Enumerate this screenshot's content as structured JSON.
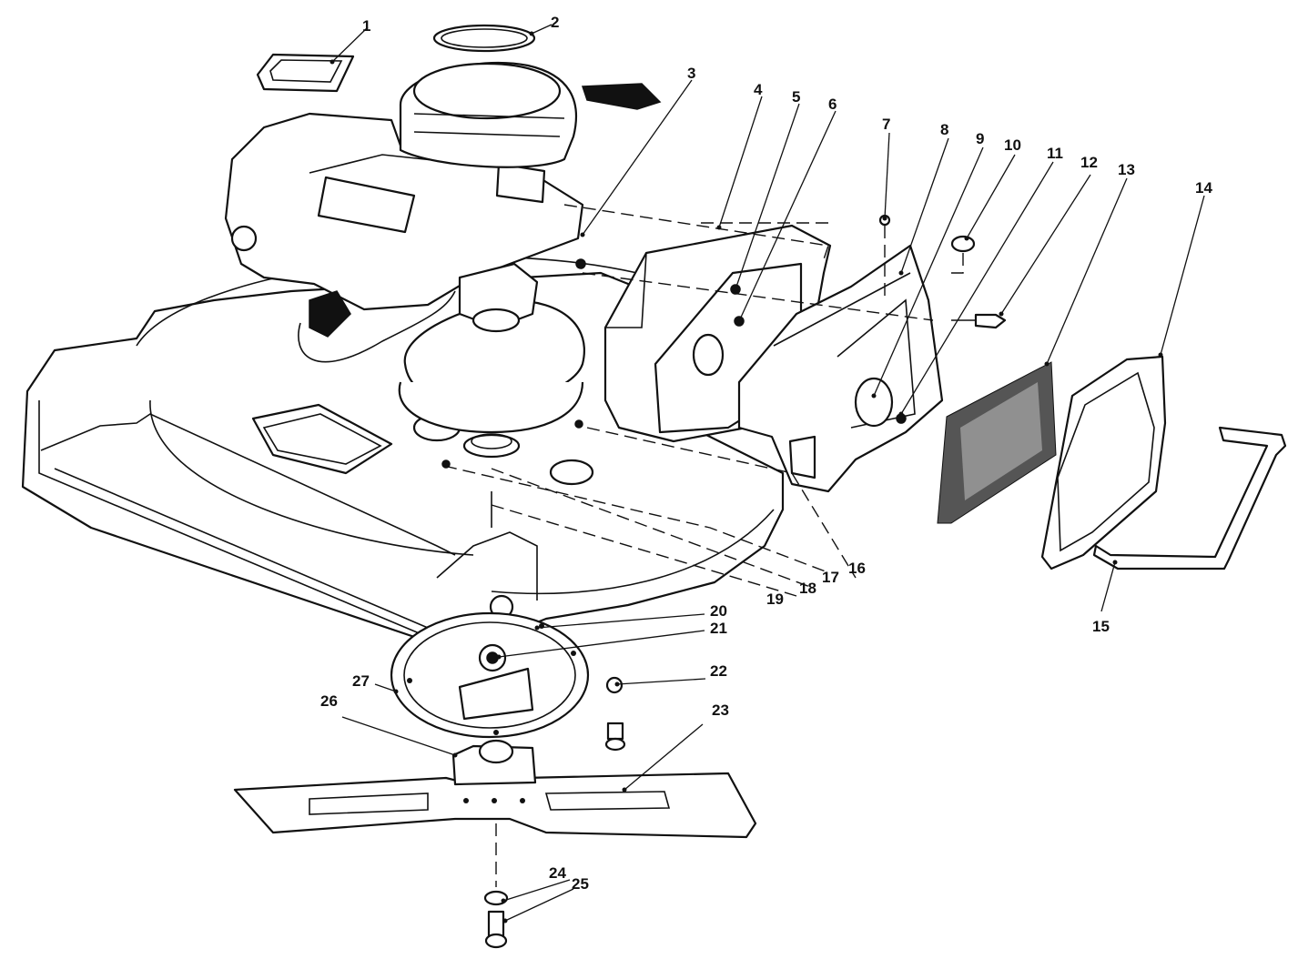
{
  "diagram": {
    "colors": {
      "line": "#111111",
      "background": "#ffffff",
      "filter_foam": "#555555"
    },
    "callouts": [
      {
        "number": "1",
        "part": "engine-label"
      },
      {
        "number": "2",
        "part": "gasket-ring"
      },
      {
        "number": "3",
        "part": "carburetor-assembly"
      },
      {
        "number": "4",
        "part": "air-cleaner-body"
      },
      {
        "number": "5",
        "part": "air-cleaner-gasket"
      },
      {
        "number": "6",
        "part": "screw"
      },
      {
        "number": "7",
        "part": "screw"
      },
      {
        "number": "8",
        "part": "bracket"
      },
      {
        "number": "9",
        "part": "deflector-housing"
      },
      {
        "number": "10",
        "part": "nut"
      },
      {
        "number": "11",
        "part": "screw"
      },
      {
        "number": "12",
        "part": "bolt"
      },
      {
        "number": "13",
        "part": "foam-filter"
      },
      {
        "number": "14",
        "part": "air-cleaner-cover"
      },
      {
        "number": "15",
        "part": "handle-bail"
      },
      {
        "number": "16",
        "part": "engine-mount-hardware"
      },
      {
        "number": "17",
        "part": "engine-mount-hardware"
      },
      {
        "number": "18",
        "part": "engine-mount-hardware"
      },
      {
        "number": "19",
        "part": "key"
      },
      {
        "number": "20",
        "part": "mounting-plate"
      },
      {
        "number": "21",
        "part": "bearing"
      },
      {
        "number": "22",
        "part": "screw"
      },
      {
        "number": "23",
        "part": "mower-blade"
      },
      {
        "number": "24",
        "part": "washer"
      },
      {
        "number": "25",
        "part": "blade-bolt"
      },
      {
        "number": "26",
        "part": "blade-adapter"
      },
      {
        "number": "27",
        "part": "baffle-plate"
      }
    ]
  }
}
